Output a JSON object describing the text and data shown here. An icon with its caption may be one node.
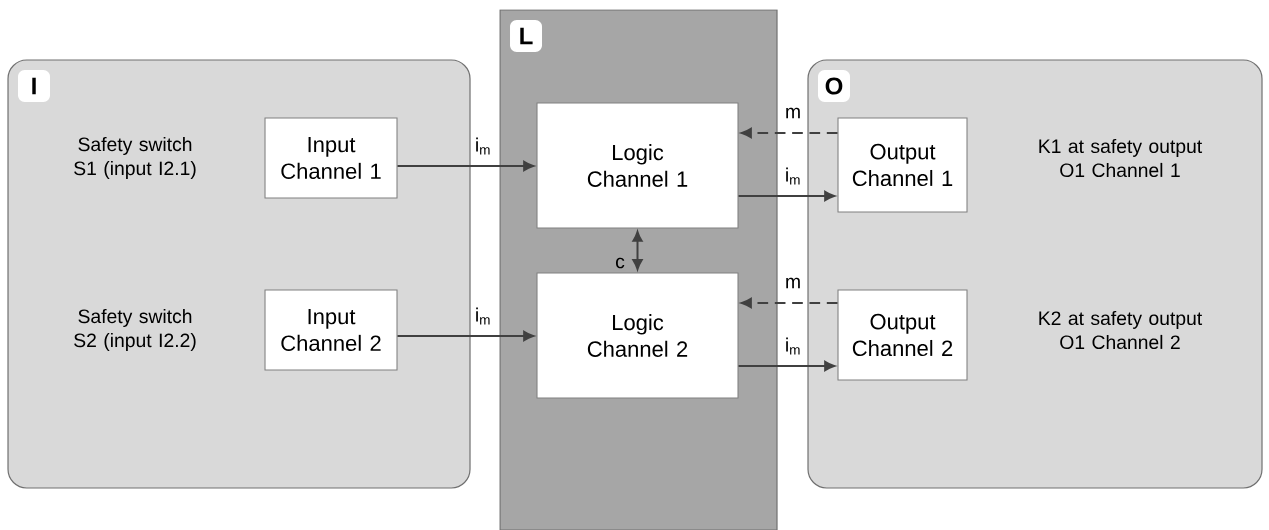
{
  "diagram": {
    "nodes": [
      {
        "text": [
          "I"
        ]
      },
      {
        "text": [
          "L"
        ]
      },
      {
        "text": [
          "O"
        ]
      },
      {
        "text": [
          "Input Channel 1"
        ],
        "in": 0,
        "beside": [
          "Safety switch S1 (input I2.1)"
        ]
      },
      {
        "text": [
          "Logic Channel 1"
        ],
        "in": 1
      },
      {
        "text": [
          "Output Channel 1"
        ],
        "in": 2,
        "beside": [
          "K1 at safety output O1 Channel 1"
        ]
      },
      {
        "text": [
          "Input Channel 2"
        ],
        "in": 0,
        "beside": [
          "Safety switch S2 (input I2.2)"
        ]
      },
      {
        "text": [
          "Logic Channel 2"
        ],
        "in": 1
      },
      {
        "text": [
          "Output Channel 2"
        ],
        "in": 2,
        "beside": [
          "K2 at safety output O1 Channel 2"
        ]
      }
    ],
    "edges": [
      {
        "from": 3,
        "to": 4,
        "arrow": "to",
        "label": "i$_{m}$"
      },
      {
        "from": 5,
        "to": 4,
        "arrow": "to",
        "label": "m",
        "style": "dashed"
      },
      {
        "from": 4,
        "to": 5,
        "arrow": "to",
        "label": "i$_{m}$"
      },
      {
        "from": 4,
        "to": 7,
        "arrow": "both",
        "label": "c"
      },
      {
        "from": 6,
        "to": 7,
        "arrow": "to",
        "label": "i$_{m}$"
      },
      {
        "from": 8,
        "to": 7,
        "arrow": "to",
        "label": "m",
        "style": "dashed"
      },
      {
        "from": 7,
        "to": 8,
        "arrow": "to",
        "label": "i$_{m}$"
      }
    ]
  }
}
